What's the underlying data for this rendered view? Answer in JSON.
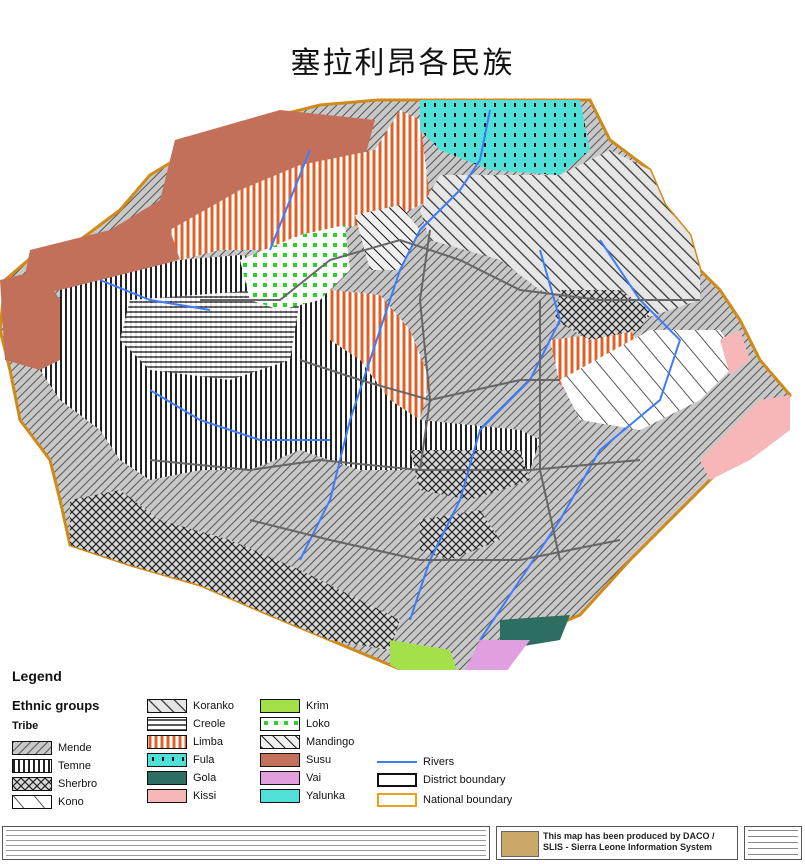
{
  "title": "塞拉利昂各民族",
  "legend": {
    "title": "Legend",
    "ethnic_groups_label": "Ethnic groups",
    "tribe_label": "Tribe",
    "tribes": [
      {
        "name": "Mende",
        "pattern": "diag",
        "color": "#bfbfbf"
      },
      {
        "name": "Temne",
        "pattern": "vert",
        "color": "#ffffff"
      },
      {
        "name": "Sherbro",
        "pattern": "cross",
        "color": "#cfcfcf"
      },
      {
        "name": "Kono",
        "pattern": "single-diag",
        "color": "#ffffff"
      },
      {
        "name": "Koranko",
        "pattern": "diag-bold",
        "color": "#d9d9d9"
      },
      {
        "name": "Creole",
        "pattern": "horiz",
        "color": "#ffffff"
      },
      {
        "name": "Limba",
        "pattern": "vert-orange",
        "color": "#ffffff"
      },
      {
        "name": "Fula",
        "pattern": "dots-black",
        "color": "#ffffff"
      },
      {
        "name": "Gola",
        "pattern": "solid",
        "color": "#2e6e60"
      },
      {
        "name": "Kissi",
        "pattern": "solid",
        "color": "#f7b6b8"
      },
      {
        "name": "Krim",
        "pattern": "solid",
        "color": "#a3e04a"
      },
      {
        "name": "Loko",
        "pattern": "dots-green",
        "color": "#ffffff"
      },
      {
        "name": "Mandingo",
        "pattern": "diag-back",
        "color": "#ffffff"
      },
      {
        "name": "Susu",
        "pattern": "solid",
        "color": "#c2705a"
      },
      {
        "name": "Vai",
        "pattern": "solid",
        "color": "#e0a0e0"
      },
      {
        "name": "Yalunka",
        "pattern": "solid",
        "color": "#50e0d8"
      }
    ],
    "lines": [
      {
        "name": "Rivers",
        "color": "#3d7bff"
      },
      {
        "name": "District boundary",
        "color": "#111111"
      },
      {
        "name": "National boundary",
        "color": "#e8a020"
      }
    ]
  },
  "footer": {
    "credit_line1": "This map has been produced by DACO /",
    "credit_line2": "SLIS - Sierra Leone Information System"
  }
}
